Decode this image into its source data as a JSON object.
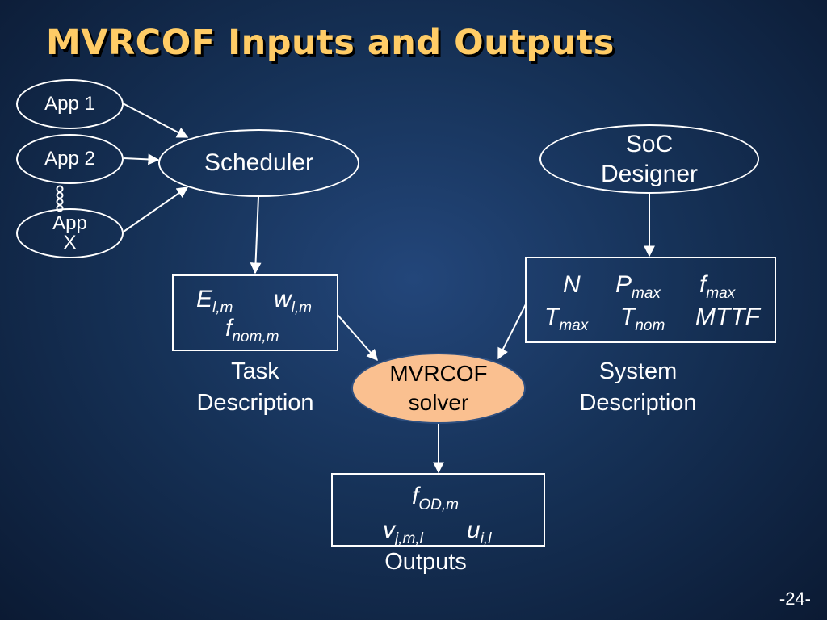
{
  "title": "MVRCOF Inputs and Outputs",
  "apps": [
    "App 1",
    "App 2",
    "App",
    "X"
  ],
  "scheduler": "Scheduler",
  "soc_designer": [
    "SoC",
    "Designer"
  ],
  "task_box": {
    "E": "E",
    "E_sub": "l,m",
    "w": "w",
    "w_sub": "l,m",
    "f": "f",
    "f_sub": "nom,m"
  },
  "task_caption": [
    "Task",
    "Description"
  ],
  "system_box": {
    "N": "N",
    "P": "P",
    "P_sub": "max",
    "f": "f",
    "f_sub": "max",
    "T1": "T",
    "T1_sub": "max",
    "T2": "T",
    "T2_sub": "nom",
    "MTTF": "MTTF"
  },
  "system_caption": [
    "System",
    "Description"
  ],
  "solver": [
    "MVRCOF",
    "solver"
  ],
  "outputs_box": {
    "f": "f",
    "f_sub": "OD,m",
    "v": "v",
    "v_sub": "j,m,l",
    "u": "u",
    "u_sub": "i,l"
  },
  "outputs_caption": "Outputs",
  "slide_number": "-24-",
  "colors": {
    "title": "#ffcc66",
    "solver_fill": "#fac090",
    "background": "#163258"
  }
}
